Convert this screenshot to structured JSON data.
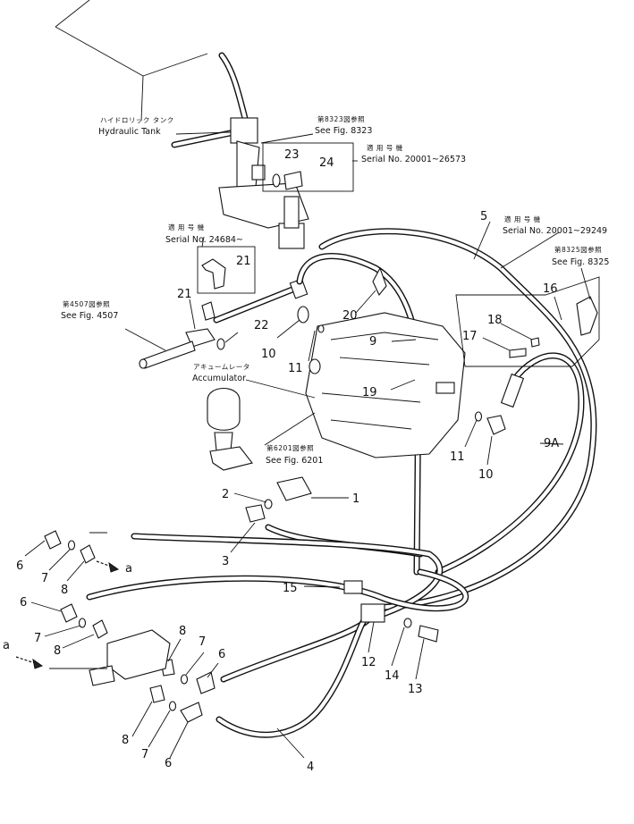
{
  "annotations": {
    "hydraulic_tank": {
      "jp": "ハイドロリック タンク",
      "en": "Hydraulic Tank"
    },
    "fig_8323": {
      "jp": "第8323図参照",
      "en": "See Fig. 8323"
    },
    "serial_26573": {
      "jp": "適 用 号 機",
      "en": "Serial No. 20001~26573"
    },
    "serial_24684": {
      "jp": "適 用 号 機",
      "en": "Serial No. 24684~"
    },
    "fig_4507": {
      "jp": "第4507図参照",
      "en": "See Fig. 4507"
    },
    "accumulator": {
      "jp": "アキュームレータ",
      "en": "Accumulator"
    },
    "fig_6201": {
      "jp": "第6201図参照",
      "en": "See Fig. 6201"
    },
    "serial_29249": {
      "jp": "適 用 号 機",
      "en": "Serial No. 20001~29249"
    },
    "fig_8325": {
      "jp": "第8325図参照",
      "en": "See Fig. 8325"
    }
  },
  "callouts": {
    "c1": "1",
    "c2": "2",
    "c3": "3",
    "c4": "4",
    "c5": "5",
    "c6a": "6",
    "c6b": "6",
    "c6c": "6",
    "c6d": "6",
    "c7a": "7",
    "c7b": "7",
    "c7c": "7",
    "c7d": "7",
    "c8a": "8",
    "c8b": "8",
    "c8c": "8",
    "c8d": "8",
    "c9": "9",
    "c9a": "9A",
    "c10a": "10",
    "c10b": "10",
    "c11a": "11",
    "c11b": "11",
    "c12": "12",
    "c13": "13",
    "c14": "14",
    "c15": "15",
    "c16": "16",
    "c17": "17",
    "c18": "18",
    "c19": "19",
    "c20": "20",
    "c21a": "21",
    "c21b": "21",
    "c22": "22",
    "c23": "23",
    "c24": "24"
  },
  "connection_marks": {
    "a_right": "a",
    "a_left": "a"
  }
}
